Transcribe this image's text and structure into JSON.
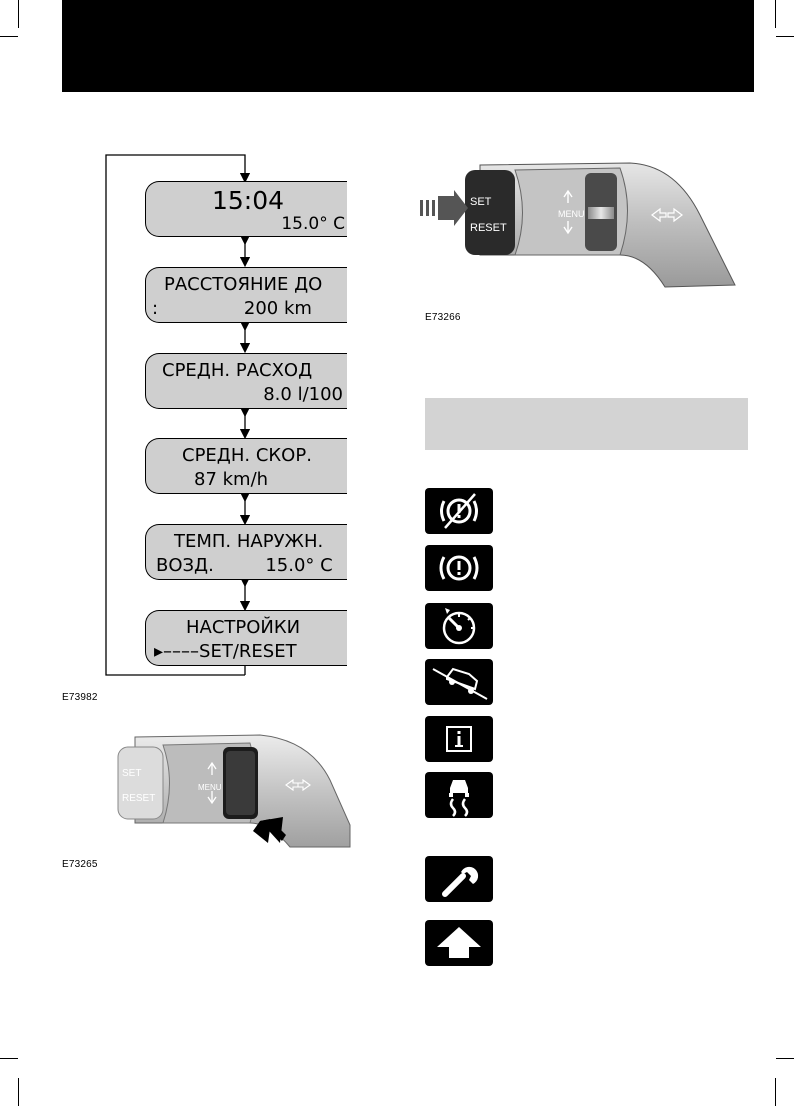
{
  "screens": [
    {
      "line1": "15:04",
      "line2": "15.0° C"
    },
    {
      "line1": "РАССТОЯНИЕ ДО",
      "line2": ":               200 km"
    },
    {
      "line1": "СРЕДН. РАСХОД",
      "line2": "8.0 l/100"
    },
    {
      "line1": "СРЕДН. СКОР.",
      "line2": "87 km/h"
    },
    {
      "line1": "ТЕМП. НАРУЖН.",
      "line2": "ВОЗД.         15.0° C"
    },
    {
      "line1": "НАСТРОЙКИ",
      "line2": "▸––––SET/RESET"
    }
  ],
  "figures": {
    "flow_label": "E73982",
    "stalk_top_label": "E73266",
    "stalk_bottom_label": "E73265"
  },
  "stalk": {
    "set": "SET",
    "reset": "RESET",
    "menu": "MENU"
  },
  "icons": [
    "brake-warning-circle-icon",
    "brake-warning-icon",
    "speedometer-icon",
    "hill-descent-icon",
    "info-icon",
    "stability-control-icon",
    "wrench-icon",
    "up-arrow-icon"
  ]
}
